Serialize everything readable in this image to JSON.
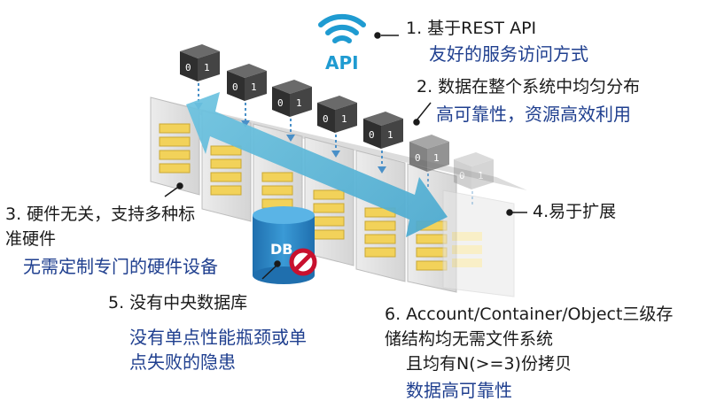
{
  "api_label": "API",
  "block_label_0": "0",
  "block_label_1": "1",
  "features": {
    "f1_title": "1. 基于REST API",
    "f1_desc": "友好的服务访问方式",
    "f2_title": "2. 数据在整个系统中均匀分布",
    "f2_desc": "高可靠性，资源高效利用",
    "f3_title_line1": "3. 硬件无关，支持多种标",
    "f3_title_line2": "准硬件",
    "f3_desc": "无需定制专门的硬件设备",
    "f4_title": "4.易于扩展",
    "f5_title": "5. 没有中央数据库",
    "f5_desc_line1": "没有单点性能瓶颈或单",
    "f5_desc_line2": "点失败的隐患",
    "f6_title_line1": "6. Account/Container/Object三级存",
    "f6_title_line2": "储结构均无需文件系统",
    "f6_title_line3": "且均有N(>=3)份拷贝",
    "f6_desc": "数据高可靠性"
  },
  "db_label": "DB",
  "colors": {
    "api_blue": "#1f9bd1",
    "arrow_blue": "#5ab8d8",
    "db_blue": "#2a86c4",
    "no_sign_red": "#c8102e",
    "disk_yellow": "#f2d25a",
    "server_gray": "#e4e4e4",
    "text_dark_blue": "#1f3f8f"
  },
  "icons": [
    "wifi-icon",
    "object-cube-icon",
    "database-icon",
    "no-entry-icon",
    "server-node-icon",
    "bidirectional-arrow-icon"
  ]
}
